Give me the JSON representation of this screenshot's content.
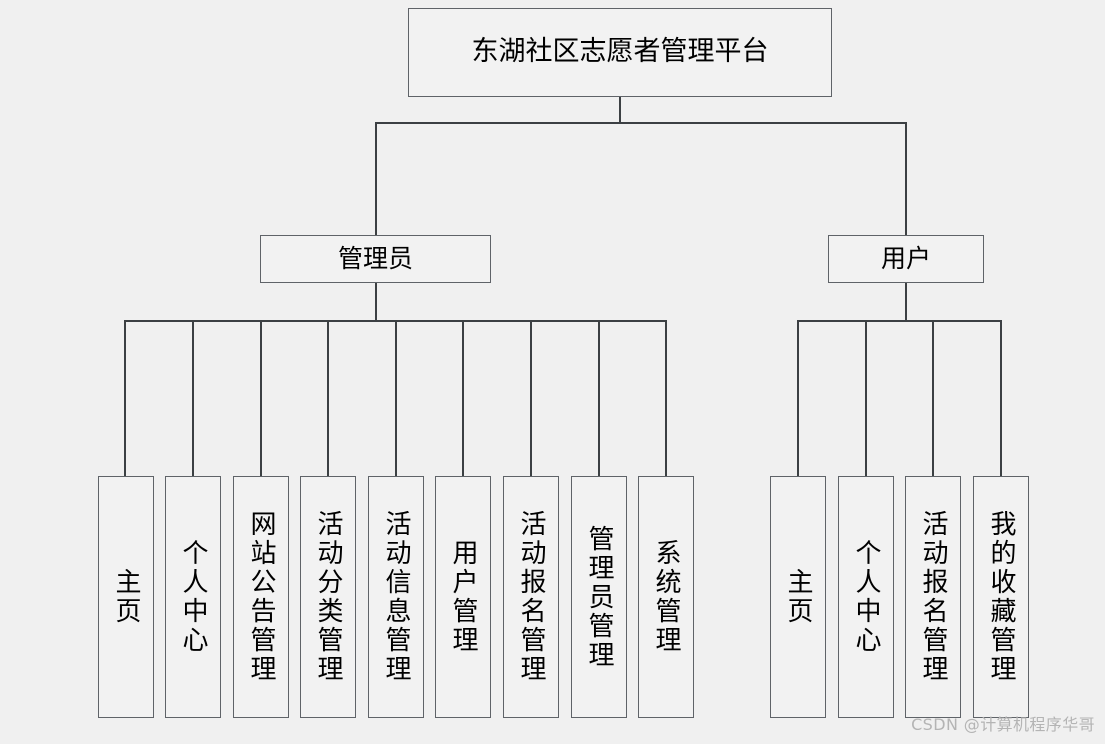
{
  "diagram": {
    "title": "东湖社区志愿者管理平台",
    "root": {
      "label": "东湖社区志愿者管理平台"
    },
    "roles": [
      {
        "label": "管理员"
      },
      {
        "label": "用户"
      }
    ],
    "admin_modules": [
      {
        "label": "主页"
      },
      {
        "label": "个人中心"
      },
      {
        "label": "网站公告管理"
      },
      {
        "label": "活动分类管理"
      },
      {
        "label": "活动信息管理"
      },
      {
        "label": "用户管理"
      },
      {
        "label": "活动报名管理"
      },
      {
        "label": "管理员管理"
      },
      {
        "label": "系统管理"
      }
    ],
    "user_modules": [
      {
        "label": "主页"
      },
      {
        "label": "个人中心"
      },
      {
        "label": "活动报名管理"
      },
      {
        "label": "我的收藏管理"
      }
    ],
    "watermark": "CSDN @计算机程序华哥",
    "colors": {
      "background": "#f0f0f0",
      "node_fill": "#f2f2f2",
      "node_border": "#5f6368",
      "connector": "#3c4043",
      "text": "#000000",
      "watermark": "#b4b4b4"
    }
  }
}
